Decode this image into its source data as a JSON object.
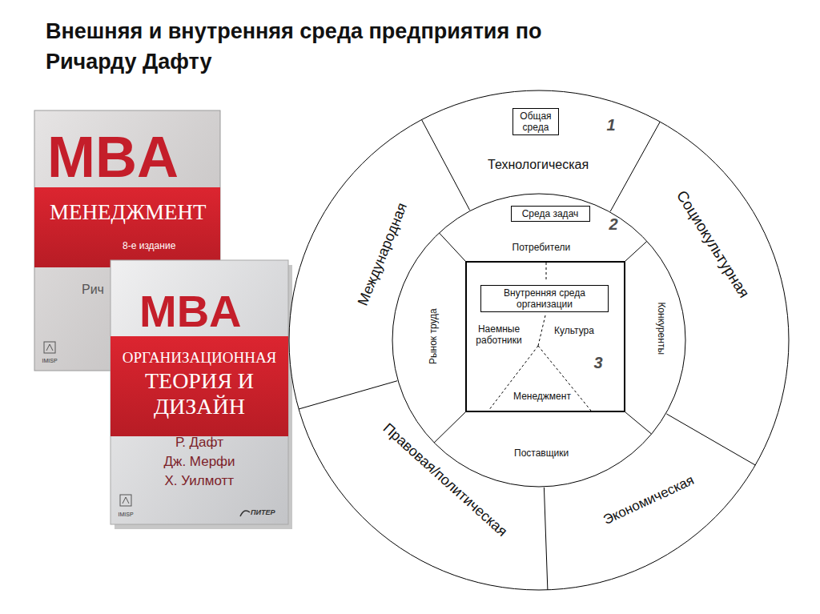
{
  "diagram": {
    "title": "Внешняя и внутренняя среда предприятия по Ричарду Дафту",
    "nodes": [
      {
        "text": [
          "Общая среда"
        ]
      },
      {
        "text": [
          "Технологическая"
        ],
        "in": 0
      },
      {
        "text": [
          "Социокультурная"
        ],
        "in": 0
      },
      {
        "text": [
          "Экономическая"
        ],
        "in": 0
      },
      {
        "text": [
          "Правовая/политическая"
        ],
        "in": 0
      },
      {
        "text": [
          "Международная"
        ],
        "in": 0
      },
      {
        "text": [
          "Среда задач"
        ],
        "in": 0
      },
      {
        "text": [
          "Потребители"
        ],
        "in": 6
      },
      {
        "text": [
          "Конкуренты"
        ],
        "in": 6
      },
      {
        "text": [
          "Поставщики"
        ],
        "in": 6
      },
      {
        "text": [
          "Рынок труда"
        ],
        "in": 6
      },
      {
        "text": [
          "Внутренняя среда организации"
        ],
        "in": 6
      },
      {
        "text": [
          "Наемные работники"
        ],
        "in": 11
      },
      {
        "text": [
          "Культура"
        ],
        "in": 11
      },
      {
        "text": [
          "Менеджмент"
        ],
        "in": 11
      }
    ],
    "labels": [
      "1",
      "2",
      "3",
      "MBA",
      "МЕНЕДЖМЕНТ",
      "8-е издание",
      "Рич",
      "IMISP",
      "MBA",
      "ОРГАНИЗАЦИОННАЯ ТЕОРИЯ И ДИЗАЙН",
      "Р. Дафт",
      "Дж. Мерфи",
      "Х. Уилмотт",
      "IMISP",
      "ПИТЕР"
    ]
  }
}
